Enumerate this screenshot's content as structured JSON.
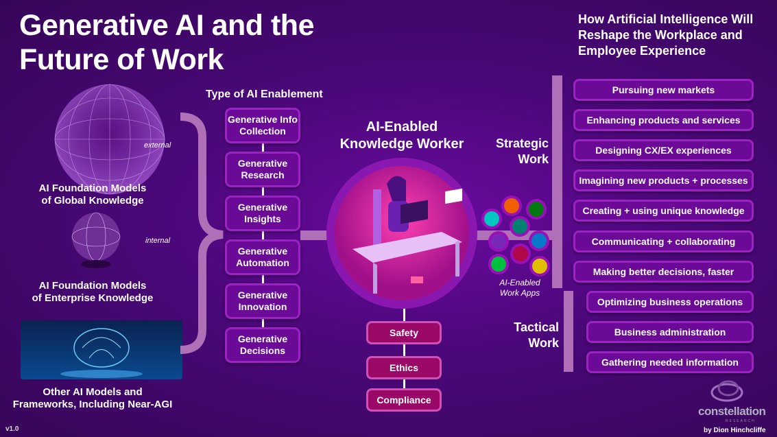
{
  "title": {
    "line1": "Generative AI and the",
    "line2": "Future of Work"
  },
  "subtitle": {
    "line1": "How Artificial Intelligence Will",
    "line2": "Reshape the Workplace and",
    "line3": "Employee Experience"
  },
  "sources": {
    "global": {
      "line1": "AI Foundation Models",
      "line2": "of Global Knowledge",
      "tag": "external"
    },
    "enterprise": {
      "line1": "AI Foundation Models",
      "line2": "of Enterprise Knowledge",
      "tag": "internal"
    },
    "other": {
      "line1": "Other AI Models and",
      "line2": "Frameworks, Including Near-AGI"
    }
  },
  "enablement": {
    "heading": "Type of AI Enablement",
    "items": [
      {
        "line1": "Generative Info",
        "line2": "Collection"
      },
      {
        "line1": "Generative",
        "line2": "Research"
      },
      {
        "line1": "Generative",
        "line2": "Insights"
      },
      {
        "line1": "Generative",
        "line2": "Automation"
      },
      {
        "line1": "Generative",
        "line2": "Innovation"
      },
      {
        "line1": "Generative",
        "line2": "Decisions"
      }
    ]
  },
  "worker": {
    "line1": "AI-Enabled",
    "line2": "Knowledge Worker"
  },
  "governance": [
    "Safety",
    "Ethics",
    "Compliance"
  ],
  "apps": {
    "line1": "AI-Enabled",
    "line2": "Work Apps",
    "colors": [
      "#00c8c0",
      "#f06000",
      "#007a10",
      "#00806e",
      "#7a28b8",
      "#0878c8",
      "#b00848",
      "#00c040",
      "#e0c000"
    ]
  },
  "strategic": {
    "line1": "Strategic",
    "line2": "Work",
    "items": [
      "Pursuing new markets",
      "Enhancing products and services",
      "Designing CX/EX experiences",
      "Imagining new products + processes",
      "Creating + using unique knowledge",
      "Communicating + collaborating",
      "Making better decisions, faster"
    ]
  },
  "tactical": {
    "line1": "Tactical",
    "line2": "Work",
    "items": [
      "Optimizing business operations",
      "Business administration",
      "Gathering needed information"
    ]
  },
  "footer": {
    "version": "v1.0",
    "brand": "constellation",
    "brand_sub": "RESEARCH",
    "author": "by Dion Hinchcliffe"
  }
}
